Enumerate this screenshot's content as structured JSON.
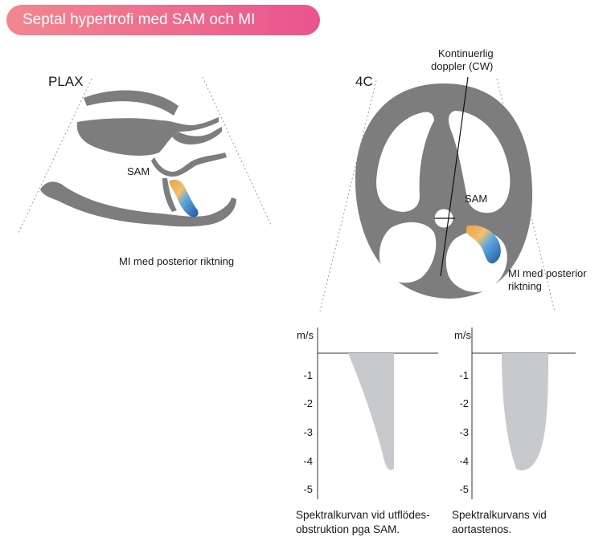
{
  "title": "Septal hypertrofi med SAM och MI",
  "plax": {
    "label": "PLAX",
    "sam_label": "SAM",
    "mi_label": "MI med posterior riktning"
  },
  "four_chamber": {
    "label": "4C",
    "cw_label_line1": "Kontinuerlig",
    "cw_label_line2": "doppler (CW)",
    "sam_label": "SAM",
    "mi_label_line1": "MI med posterior",
    "mi_label_line2": "riktning"
  },
  "spectra": [
    {
      "axis_unit": "m/s",
      "ticks": [
        "-1",
        "-2",
        "-3",
        "-4",
        "-5"
      ],
      "peak_velocity": -4.3,
      "shape": "late-peaking (dagger)",
      "caption_line1": "Spektralkurvan vid utflödes-",
      "caption_line2": "obstruktion pga SAM."
    },
    {
      "axis_unit": "m/s",
      "ticks": [
        "-1",
        "-2",
        "-3",
        "-4",
        "-5"
      ],
      "peak_velocity": -4.4,
      "shape": "rounded",
      "caption_line1": "Spektralkurvans vid",
      "caption_line2": "aortastenos."
    }
  ],
  "colors": {
    "tissue": "#7d7d7d",
    "spectrum_fill": "#c7c9cc",
    "title_gradient_start": "#f2878f",
    "title_gradient_end": "#e9548d",
    "jet_blue": "#1f57a6",
    "jet_orange": "#e8a246"
  }
}
